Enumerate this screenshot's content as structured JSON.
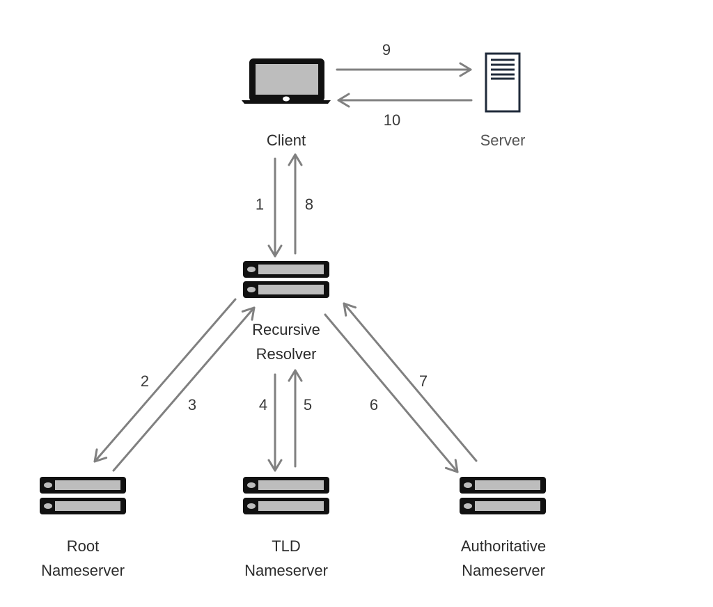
{
  "nodes": {
    "client": {
      "label": "Client",
      "icon": "laptop-icon"
    },
    "server": {
      "label": "Server",
      "icon": "server-tower-icon"
    },
    "resolver": {
      "label_line1": "Recursive",
      "label_line2": "Resolver",
      "icon": "server-rack-icon"
    },
    "root": {
      "label_line1": "Root",
      "label_line2": "Nameserver",
      "icon": "server-rack-icon"
    },
    "tld": {
      "label_line1": "TLD",
      "label_line2": "Nameserver",
      "icon": "server-rack-icon"
    },
    "authoritative": {
      "label_line1": "Authoritative",
      "label_line2": "Nameserver",
      "icon": "server-rack-icon"
    }
  },
  "steps": [
    {
      "id": "1",
      "label": "1",
      "from": "client",
      "to": "resolver"
    },
    {
      "id": "2",
      "label": "2",
      "from": "resolver",
      "to": "root"
    },
    {
      "id": "3",
      "label": "3",
      "from": "root",
      "to": "resolver"
    },
    {
      "id": "4",
      "label": "4",
      "from": "resolver",
      "to": "tld"
    },
    {
      "id": "5",
      "label": "5",
      "from": "tld",
      "to": "resolver"
    },
    {
      "id": "6",
      "label": "6",
      "from": "resolver",
      "to": "authoritative"
    },
    {
      "id": "7",
      "label": "7",
      "from": "authoritative",
      "to": "resolver"
    },
    {
      "id": "8",
      "label": "8",
      "from": "resolver",
      "to": "client"
    },
    {
      "id": "9",
      "label": "9",
      "from": "client",
      "to": "server"
    },
    {
      "id": "10",
      "label": "10",
      "from": "server",
      "to": "client"
    }
  ],
  "colors": {
    "arrow": "#808080",
    "device_dark": "#111111",
    "device_light": "#bdbdbd",
    "server_outline": "#1f2a3a"
  }
}
